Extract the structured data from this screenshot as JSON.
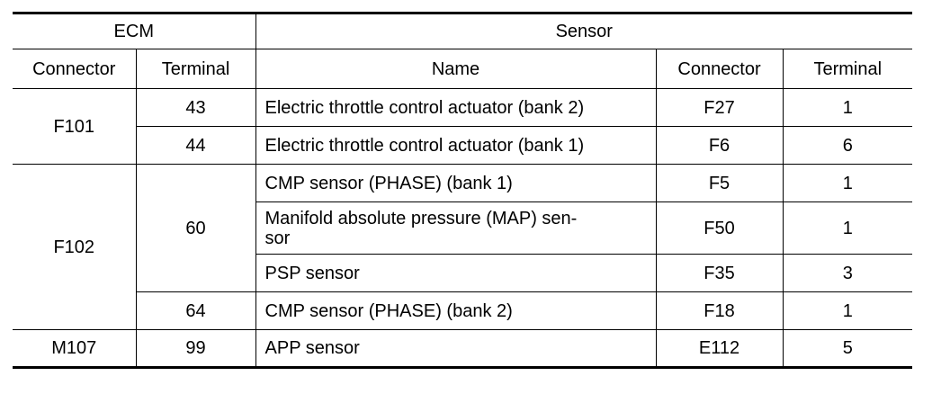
{
  "table": {
    "group_headers": {
      "ecm": "ECM",
      "sensor": "Sensor"
    },
    "column_headers": {
      "ecm_connector": "Connector",
      "ecm_terminal": "Terminal",
      "sensor_name": "Name",
      "sensor_connector": "Connector",
      "sensor_terminal": "Terminal"
    },
    "rows": [
      {
        "ecm_connector": "F101",
        "ecm_terminal": "43",
        "name": "Electric throttle control actuator (bank 2)",
        "sensor_connector": "F27",
        "sensor_terminal": "1"
      },
      {
        "ecm_connector": "F101",
        "ecm_terminal": "44",
        "name": "Electric throttle control actuator (bank 1)",
        "sensor_connector": "F6",
        "sensor_terminal": "6"
      },
      {
        "ecm_connector": "F102",
        "ecm_terminal": "60",
        "name": "CMP sensor (PHASE) (bank 1)",
        "sensor_connector": "F5",
        "sensor_terminal": "1"
      },
      {
        "ecm_connector": "F102",
        "ecm_terminal": "60",
        "name": "Manifold absolute pressure (MAP) sen-sor",
        "name_line1": "Manifold absolute pressure (MAP) sen-",
        "name_line2": "sor",
        "sensor_connector": "F50",
        "sensor_terminal": "1"
      },
      {
        "ecm_connector": "F102",
        "ecm_terminal": "60",
        "name": "PSP sensor",
        "sensor_connector": "F35",
        "sensor_terminal": "3"
      },
      {
        "ecm_connector": "F102",
        "ecm_terminal": "64",
        "name": "CMP sensor (PHASE) (bank 2)",
        "sensor_connector": "F18",
        "sensor_terminal": "1"
      },
      {
        "ecm_connector": "M107",
        "ecm_terminal": "99",
        "name": "APP sensor",
        "sensor_connector": "E112",
        "sensor_terminal": "5"
      }
    ]
  }
}
